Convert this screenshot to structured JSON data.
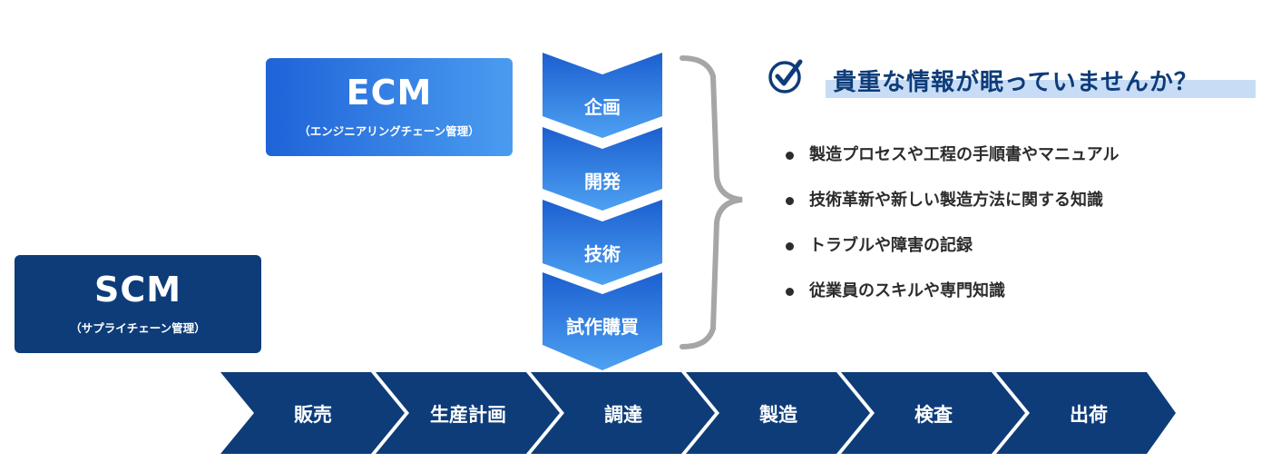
{
  "ecm": {
    "title": "ECM",
    "subtitle": "（エンジニアリングチェーン管理）"
  },
  "scm": {
    "title": "SCM",
    "subtitle": "（サプライチェーン管理）"
  },
  "vertical_flow": [
    "企画",
    "開発",
    "技術",
    "試作購買"
  ],
  "horizontal_flow": [
    "販売",
    "生産計画",
    "調達",
    "製造",
    "検査",
    "出荷"
  ],
  "headline": "貴重な情報が眠っていませんか？",
  "bullets": [
    "製造プロセスや工程の手順書やマニュアル",
    "技術革新や新しい製造方法に関する知識",
    "トラブルや障害の記録",
    "従業員のスキルや専門知識"
  ],
  "colors": {
    "navy": "#0d3c79",
    "blue_light": "#4a9cf0",
    "blue_dark": "#1f63d8",
    "highlight": "#c8ddf5",
    "brace": "#a6a6a6"
  }
}
